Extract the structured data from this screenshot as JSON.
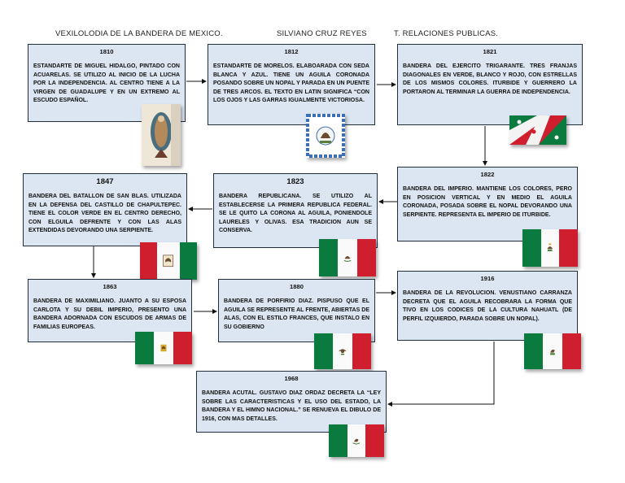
{
  "header": {
    "left": "VEXILOLODIA DE LA BANDERA DE MEXICO.",
    "center": "SILVIANO CRUZ REYES",
    "right": "T. RELACIONES PUBLICAS."
  },
  "boxes": {
    "b1810": {
      "year": "1810",
      "text": "ESTANDARTE DE MIGUEL HIDALGO, PINTADO CON ACUARELAS. SE UTILIZO AL INICIO DE LA LUCHA POR LA INDEPENDENCIA. AL CENTRO TIENE A LA VIRGEN DE GUADALUPE Y EN UN EXTREMO AL ESCUDO ESPAÑOL."
    },
    "b1812": {
      "year": "1812",
      "text": "ESTANDARTE DE MORELOS. ELABOARADA CON SEDA BLANCA Y AZUL. TIENE UN AGUILA CORONADA POSANDO SOBRE UN NOPAL Y PARADA EN UN PUENTE DE TRES ARCOS. EL TEXTO EN LATIN SIGNIFICA “CON LOS OJOS Y LAS GARRAS IGUALMENTE VICTORIOSA."
    },
    "b1821": {
      "year": "1821",
      "text": "BANDERA DEL EJERCITO TRIGARANTE. TRES FRANJAS DIAGONALES EN VERDE, BLANCO Y ROJO, CON ESTRELLAS DE LOS MISMOS COLORES. ITURBIDE Y GUERRERO LA PORTARON AL TERMINAR LA GUERRA DE INDEPENDENCIA."
    },
    "b1847": {
      "year": "1847",
      "text": "BANDERA DEL BATALLON DE SAN BLAS. UTILIZADA EN LA DEFENSA DEL CASTILLO DE CHAPULTEPEC. TIENE EL COLOR VERDE EN EL CENTRO DERECHO, CON ELGUILA DEFRENTE Y CON LAS ALAS EXTENDIDAS DEVORANDO UNA SERPIENTE."
    },
    "b1823": {
      "year": "1823",
      "text": "BANDERA REPUBLICANA. SE UTILIZO AL ESTABLECERSE LA PRIMERA REPUBLICA FEDERAL. SE LE QUITO LA CORONA AL AGUILA, PONIENDOLE LAURELES Y OLIVAS. ESA TRADICION AUN SE CONSERVA."
    },
    "b1822": {
      "year": "1822",
      "text": "BANDERA DEL IMPERIO. MANTIENE LOS COLORES, PERO EN POSICION VERTICAL Y EN MEDIO EL AGUILA CORONADA, POSADA SOBRE EL NOPAL DEVORANDO UNA SERPIENTE. REPRESENTA EL IMPERIO DE ITURBIDE."
    },
    "b1863": {
      "year": "1863",
      "text": "BANDERA DE MAXIMILIANO. JUANTO A SU ESPOSA CARLOTA Y SU DEBIL IMPERIO, PRESENTO UNA BANDERA ADORNADA CON ESCUDOS DE ARMAS DE FAMILIAS EUROPEAS."
    },
    "b1880": {
      "year": "1880",
      "text": "BANDERA DE PORFIRIO DIAZ. PISPUSO QUE EL AGUILA SE REPRESENTE AL FRENTE, ABIERTAS DE ALAS, CON EL ESTILO FRANCES, QUE INSTALO EN SU GOBIERNO"
    },
    "b1916": {
      "year": "1916",
      "text": "BANDERA DE LA REVOLUCION. VENUSTIANO CARRANZA DECRETA QUE EL AGUILA RECOBRARA LA FORMA QUE TIVO EN LOS CODICES DE LA CULTURA NAHUATL (DE PERFIL IZQUIERDO, PARADA SOBRE UN NOPAL)."
    },
    "b1968": {
      "year": "1968",
      "text": "BANDERA ACUTAL. GUSTAVO DIAZ ORDAZ DECRETA LA “LEY SOBRE LAS CARACTERISTICAS Y EL USO DEL ESTADO, LA BANDERA Y EL HIMNO NACIONAL.” SE RENUEVA EL DIBULO DE 1916, CON MAS DETALLES."
    }
  },
  "colors": {
    "box_fill": "#dce6f2",
    "box_border": "#1f2d3d",
    "flag_green": "#0b7a3e",
    "flag_white": "#fafafa",
    "flag_red": "#cf1f2f"
  },
  "icons": [
    "hidalgo-banner-icon",
    "morelos-banner-icon",
    "trigarante-flag-icon",
    "imperio-flag-icon",
    "republicana-flag-icon",
    "san-blas-flag-icon",
    "maximiliano-flag-icon",
    "porfirio-flag-icon",
    "revolucion-flag-icon",
    "actual-flag-icon"
  ]
}
